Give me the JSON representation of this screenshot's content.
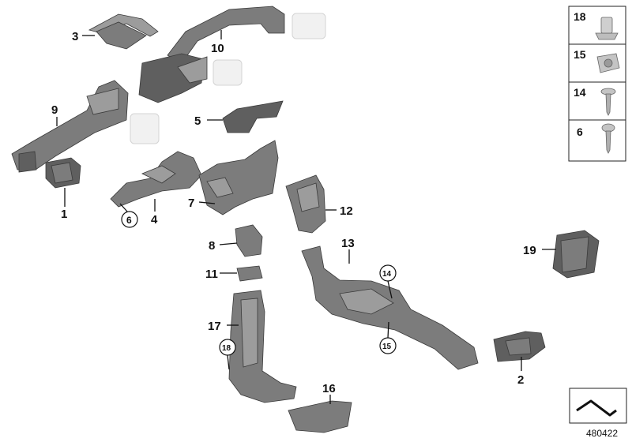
{
  "callouts": {
    "n1": "1",
    "n2": "2",
    "n3": "3",
    "n4": "4",
    "n5": "5",
    "n6": "6",
    "n7": "7",
    "n8": "8",
    "n9": "9",
    "n10": "10",
    "n11": "11",
    "n12": "12",
    "n13": "13",
    "n14": "14",
    "n15": "15",
    "n16": "16",
    "n17": "17",
    "n18": "18",
    "n19": "19"
  },
  "legend": [
    {
      "number": "18",
      "icon": "clip-nut"
    },
    {
      "number": "15",
      "icon": "spring-nut"
    },
    {
      "number": "14",
      "icon": "flange-screw"
    },
    {
      "number": "6",
      "icon": "tapping-screw"
    }
  ],
  "reference_number": "480422",
  "colors": {
    "part_dark": "#5f5f5f",
    "part_mid": "#7c7c7c",
    "part_light": "#9c9c9c",
    "ghost": "#f1f1f1"
  }
}
